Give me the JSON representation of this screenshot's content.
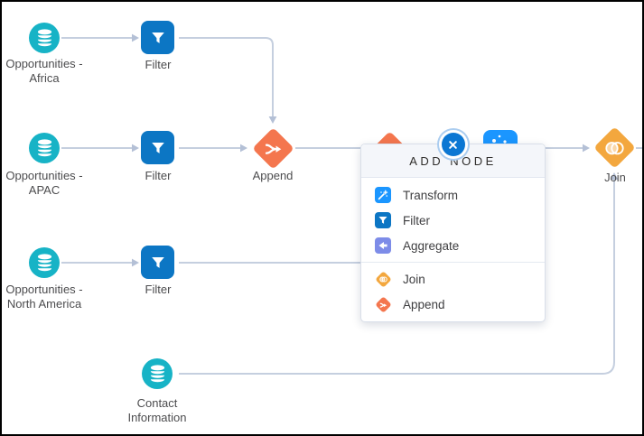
{
  "popup": {
    "title": "ADD NODE",
    "close_icon": "close-x-circle",
    "items": [
      {
        "label": "Transform",
        "icon": "magic-wand-icon"
      },
      {
        "label": "Filter",
        "icon": "filter-funnel-icon"
      },
      {
        "label": "Aggregate",
        "icon": "aggregate-funnel-icon"
      },
      {
        "label": "Join",
        "icon": "join-venn-icon"
      },
      {
        "label": "Append",
        "icon": "append-merge-icon"
      }
    ]
  },
  "nodes": {
    "opp_africa": {
      "line1": "Opportunities -",
      "line2": "Africa",
      "icon": "dataset-cylinder-icon"
    },
    "filter_1": {
      "label": "Filter",
      "icon": "filter-funnel-icon"
    },
    "opp_apac": {
      "line1": "Opportunities -",
      "line2": "APAC",
      "icon": "dataset-cylinder-icon"
    },
    "filter_2": {
      "label": "Filter",
      "icon": "filter-funnel-icon"
    },
    "append": {
      "label": "Append",
      "icon": "append-merge-icon"
    },
    "opp_na": {
      "line1": "Opportunities -",
      "line2": "North America",
      "icon": "dataset-cylinder-icon"
    },
    "filter_3": {
      "label": "Filter",
      "icon": "filter-funnel-icon"
    },
    "contact": {
      "line1": "Contact",
      "line2": "Information",
      "icon": "dataset-cylinder-icon"
    },
    "join": {
      "label": "Join",
      "icon": "join-venn-icon"
    }
  },
  "colors": {
    "dataset_teal": "#17b3c6",
    "filter_blue": "#0c76c4",
    "append_coral": "#f4764e",
    "join_amber": "#f3a73e",
    "transform_blue": "#1b96ff",
    "aggregate_violet": "#7d8ce8",
    "connector_line": "#c5cfdf",
    "close_button_blue": "#0b77d3"
  }
}
